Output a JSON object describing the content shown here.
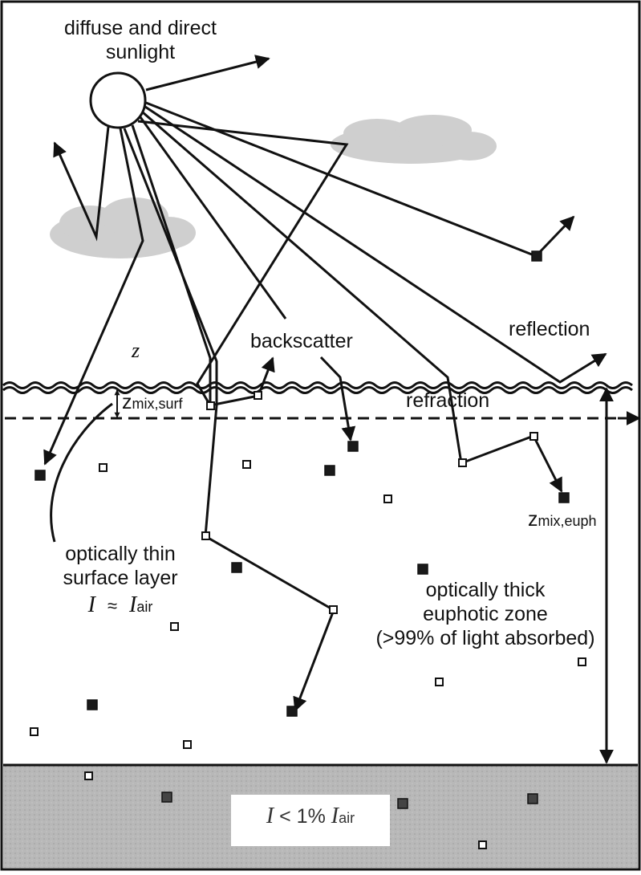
{
  "labels": {
    "sunlight_line1": "diffuse and direct",
    "sunlight_line2": "sunlight",
    "reflection": "reflection",
    "backscatter": "backscatter",
    "refraction": "refraction",
    "z_symbol": "z",
    "z_mix_surf": "z",
    "z_mix_surf_sub": "mix,surf",
    "z_mix_euph": "z",
    "z_mix_euph_sub": "mix,euph",
    "thin_line1": "optically thin",
    "thin_line2": "surface layer",
    "thin_I": "I",
    "thin_approx": "≈",
    "thin_Iair": "I",
    "thin_air_sub": "air",
    "thick_line1": "optically thick",
    "thick_line2": "euphotic zone",
    "thick_line3": "(>99% of light absorbed)",
    "bottom_I": "I",
    "bottom_lt": "< 1%",
    "bottom_Iair": "I",
    "bottom_air_sub": "air"
  },
  "colors": {
    "ink": "#111111",
    "cloud": "#cfcfcf",
    "sediment": "#b5b5b5",
    "filled_particle": "#1a1a1a",
    "open_particle": "#ffffff"
  },
  "icons": {
    "sun": "sun-circle",
    "filled_particle": "absorbing-particle-square",
    "open_particle": "scattering-particle-square"
  }
}
